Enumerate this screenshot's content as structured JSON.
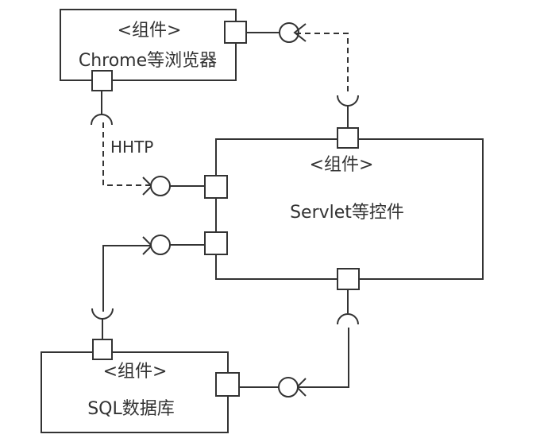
{
  "diagram": {
    "type": "UML component diagram",
    "components": [
      {
        "id": "browser",
        "stereotype": "<组件>",
        "name": "Chrome等浏览器"
      },
      {
        "id": "servlet",
        "stereotype": "<组件>",
        "name": "Servlet等控件"
      },
      {
        "id": "database",
        "stereotype": "<组件>",
        "name": "SQL数据库"
      }
    ],
    "connections": [
      {
        "from": "servlet",
        "to": "browser",
        "style": "dashed",
        "label": ""
      },
      {
        "from": "browser",
        "to": "servlet",
        "style": "dashed",
        "label": "HHTP"
      },
      {
        "from": "database",
        "to": "servlet",
        "style": "solid",
        "label": ""
      },
      {
        "from": "servlet",
        "to": "database",
        "style": "solid",
        "label": ""
      }
    ],
    "colors": {
      "stroke": "#333333",
      "background": "#ffffff"
    }
  }
}
